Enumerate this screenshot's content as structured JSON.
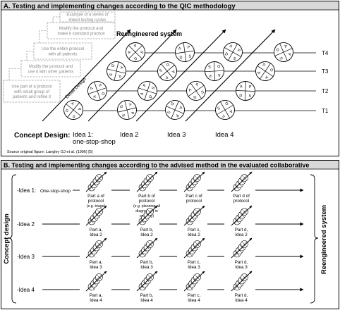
{
  "panel_a": {
    "header": "A. Testing and implementing changes according to the QIC methodology",
    "notes": [
      [
        "Example of a series of",
        "linked testing cycles"
      ],
      [
        "Modify the protocol and",
        "make it standard practice"
      ],
      [
        "Use the entire protocol",
        "with all patients"
      ],
      [
        "Modify the protocol and",
        "use it with other patients"
      ],
      [
        "Use part of a protocol",
        "with small group of",
        "patients and refine it"
      ]
    ],
    "reengineered_label": "Reengineered system",
    "detail_design_label": "Detail Design",
    "time_labels": [
      "T4",
      "T3",
      "T2",
      "T1"
    ],
    "concept_design_label": "Concept Design:",
    "ideas": [
      [
        "Idea 1:",
        "one-stop-shop"
      ],
      [
        "Idea 2"
      ],
      [
        "Idea 3"
      ],
      [
        "Idea 4"
      ]
    ],
    "pdsa_letters": [
      "A",
      "P",
      "S",
      "D"
    ],
    "source": "Source original figure: Langley GJ et al. (1996) [5]"
  },
  "panel_b": {
    "header": "B. Testing and implementing changes according to the advised method in the evaluated collaborative",
    "concept_design_label": "Concept design",
    "reengineered_label": "Reengineered system",
    "rows": [
      {
        "idea": "-Idea 1:",
        "idea_extra": "One-stop-shop",
        "parts": [
          [
            "Part a of",
            "protocol",
            "(e.g. triage)"
          ],
          [
            "Part b of",
            "protocol",
            "(e.g. planning all",
            "diagnostics in",
            "one day)"
          ],
          [
            "Part c of",
            "protocol"
          ],
          [
            "Part d of",
            "protocol"
          ]
        ]
      },
      {
        "idea": "-Idea 2",
        "idea_extra": "",
        "parts": [
          [
            "Part a,",
            "Idea 2"
          ],
          [
            "Part b,",
            "Idea 2"
          ],
          [
            "Part c,",
            "Idea 2"
          ],
          [
            "Part d,",
            "Idea 2"
          ]
        ]
      },
      {
        "idea": "-Idea 3",
        "idea_extra": "",
        "parts": [
          [
            "Part a,",
            "Idea 3"
          ],
          [
            "Part b,",
            "Idea 3"
          ],
          [
            "Part c,",
            "Idea 3"
          ],
          [
            "Part d,",
            "Idea 3"
          ]
        ]
      },
      {
        "idea": "-Idea 4",
        "idea_extra": "",
        "parts": [
          [
            "Part a,",
            "Idea 4"
          ],
          [
            "Part b,",
            "Idea 4"
          ],
          [
            "Part c,",
            "Idea 4"
          ],
          [
            "Part d,",
            "Idea 4"
          ]
        ]
      }
    ]
  }
}
